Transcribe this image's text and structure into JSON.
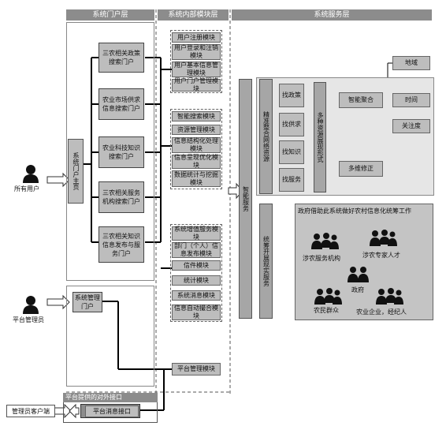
{
  "headers": {
    "portal_layer": "系统门户层",
    "module_layer": "系统内部模块层",
    "service_layer": "系统服务层"
  },
  "actors": {
    "all_users": "所有用户",
    "platform_admin": "平台管理员",
    "admin_client": "管理员客户端"
  },
  "portal": {
    "home": "系统门户主页",
    "subportals": [
      "三农相关政策搜索门户",
      "农业市场供求信息搜索门户",
      "农业科技知识搜索门户",
      "三农相关服务机构搜索门户",
      "三农相关知识信息发布与服务门户"
    ],
    "admin_portal": "系统管理门户"
  },
  "modules": {
    "group1": [
      "用户注册模块",
      "用户登录和注销模块",
      "用户基本信息管理模块",
      "用户门户管理模块"
    ],
    "group2": [
      "智能搜索模块",
      "资源管理模块",
      "信息结构化处理模块",
      "信息呈现优化模块",
      "数据统计与挖掘模块"
    ],
    "group3": [
      "系统增值服务模块",
      "部门（个人）信息发布模块",
      "信件模块",
      "统计模块",
      "系统消息模块",
      "信息自动撮合模块"
    ],
    "platform_mgmt": "平台管理模块"
  },
  "services": {
    "smart_service": "智能服务",
    "precise_resources": "精准整合网络资源",
    "finders": [
      "找政策",
      "找供求",
      "找知识",
      "找服务"
    ],
    "multi_display": "多种资源展现形式",
    "smart_aggregation": "智能聚合",
    "aggregation_targets": [
      "地域",
      "时间",
      "关注度"
    ],
    "multi_correction": "多维修正",
    "coordinated_service": "统筹开展现实服务",
    "government_title": "政府借助此系统做好农村信息化统筹工作",
    "network_nodes": {
      "service_org": "涉农服务机构",
      "experts": "涉农专家人才",
      "government": "政府",
      "farmers": "农民群众",
      "enterprises": "农业企业，经纪人"
    }
  },
  "interface": {
    "external_interface": "平台提供的对外接口",
    "message_interface": "平台消息接口"
  }
}
